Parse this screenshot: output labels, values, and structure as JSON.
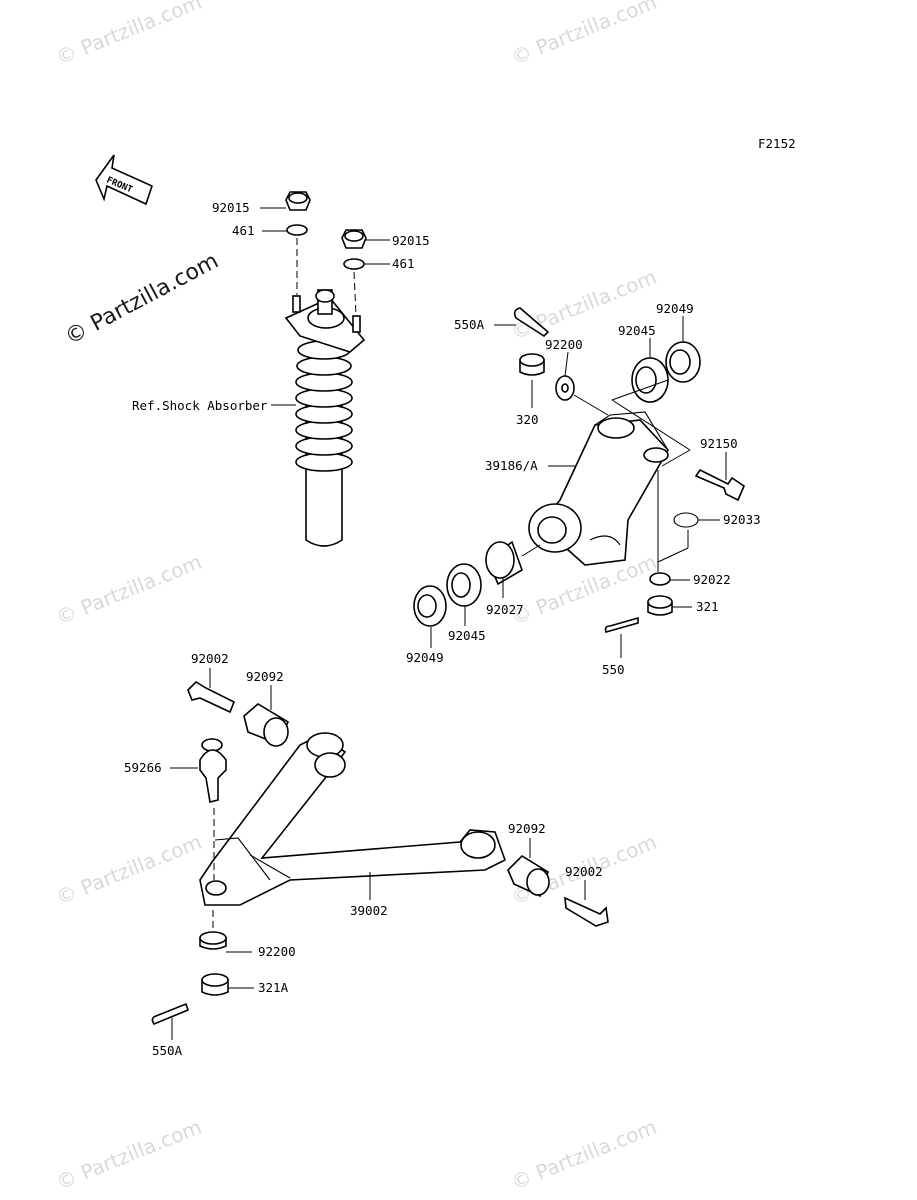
{
  "figure_code": "F2152",
  "front_arrow_label": "FRONT",
  "watermark_main": "© Partzilla.com",
  "watermark_faint": "© Partzilla.com",
  "labels": {
    "nut_top_left": "92015",
    "washer_top_left": "461",
    "nut_top_right": "92015",
    "washer_top_right": "461",
    "shock_ref": "Ref.Shock Absorber",
    "cotter_pin_top": "550A",
    "washer_knuckle": "92200",
    "bearing_upper_outer": "92049",
    "bearing_upper_inner": "92045",
    "castle_nut_top": "320",
    "knuckle": "39186/A",
    "bolt_knuckle": "92150",
    "circlip": "92033",
    "washer_small": "92022",
    "nut_321": "321",
    "cotter_pin_550": "550",
    "bearing_lower_outer": "92049",
    "bearing_lower_inner": "92045",
    "spacer": "92027",
    "bolt_arm_left": "92002",
    "bushing_left": "92092",
    "ball_joint": "59266",
    "bushing_right": "92092",
    "bolt_arm_right": "92002",
    "a_arm": "39002",
    "washer_arm": "92200",
    "castle_nut_arm": "321A",
    "cotter_pin_arm": "550A"
  }
}
